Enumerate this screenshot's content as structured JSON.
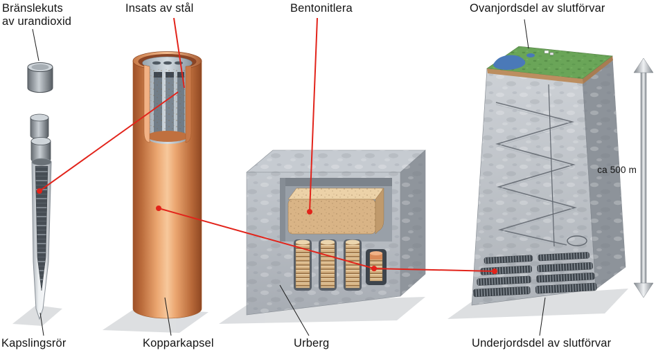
{
  "labels": {
    "fuel_pellet": "Bränslekuts\nav urandioxid",
    "steel_insert": "Insats av stål",
    "bentonite": "Bentonitlera",
    "surface_facility": "Ovanjordsdel av slutförvar",
    "scale": "ca 500 m",
    "cladding_tube": "Kapslingsrör",
    "copper_canister": "Kopparkapsel",
    "bedrock": "Urberg",
    "underground_facility": "Underjordsdel av slutförvar"
  },
  "figures": [
    "fuel-pellet",
    "fuel-rod-with-cladding-tube",
    "copper-canister-with-steel-insert",
    "bedrock-block-with-bentonite-capsule",
    "repository-tower-surface-and-underground"
  ],
  "colors": {
    "leader_red": "#e2231a",
    "pointer_black": "#1a1a1a",
    "copper": "#e0956a",
    "steel_gray": "#b9c3cb",
    "bentonite_tan": "#dcb98c",
    "rock_gray": "#b3b8bf",
    "ground_green": "#6aa558",
    "lake_blue": "#4a79b8",
    "background": "#ffffff"
  }
}
